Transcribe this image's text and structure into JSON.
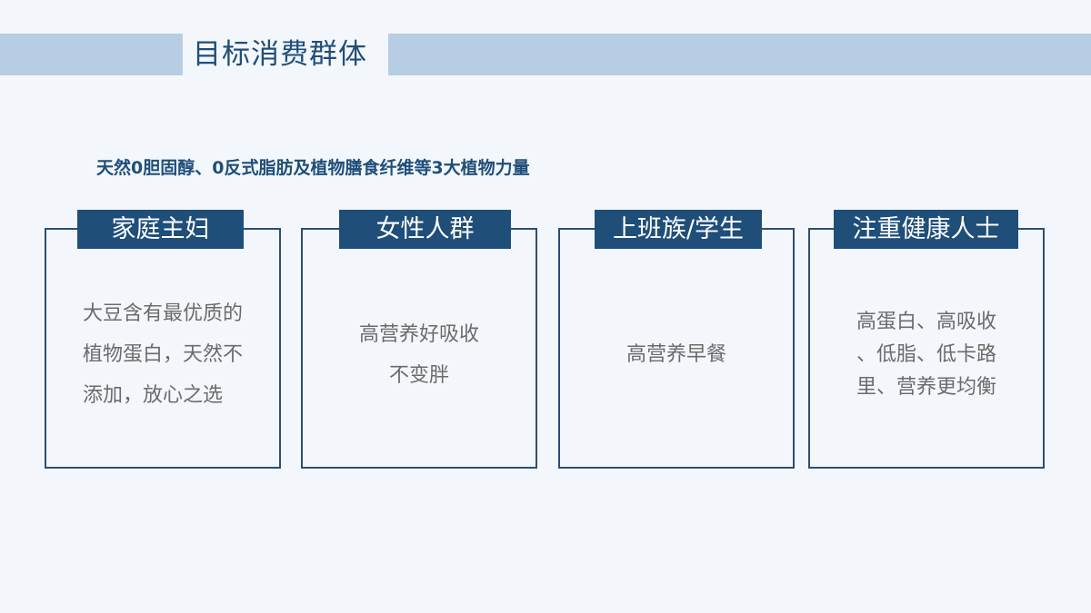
{
  "header": {
    "title": "目标消费群体"
  },
  "subtitle": "天然0胆固醇、0反式脂肪及植物膳食纤维等3大植物力量",
  "colors": {
    "background": "#f3f7fb",
    "header_bar": "#b7cde3",
    "accent_dark": "#1f4e79",
    "card_border": "#2c4f72",
    "body_text": "#6b6b6b",
    "tag_text": "#ffffff"
  },
  "cards": [
    {
      "tag": "家庭主妇",
      "lines": [
        "大豆含有最优质的",
        "植物蛋白，天然不",
        "添加，放心之选"
      ]
    },
    {
      "tag": "女性人群",
      "lines": [
        "高营养好吸收",
        "不变胖"
      ]
    },
    {
      "tag": "上班族/学生",
      "lines": [
        "高营养早餐"
      ]
    },
    {
      "tag": "注重健康人士",
      "lines": [
        "高蛋白、高吸收",
        "、低脂、低卡路",
        "里、营养更均衡"
      ]
    }
  ]
}
